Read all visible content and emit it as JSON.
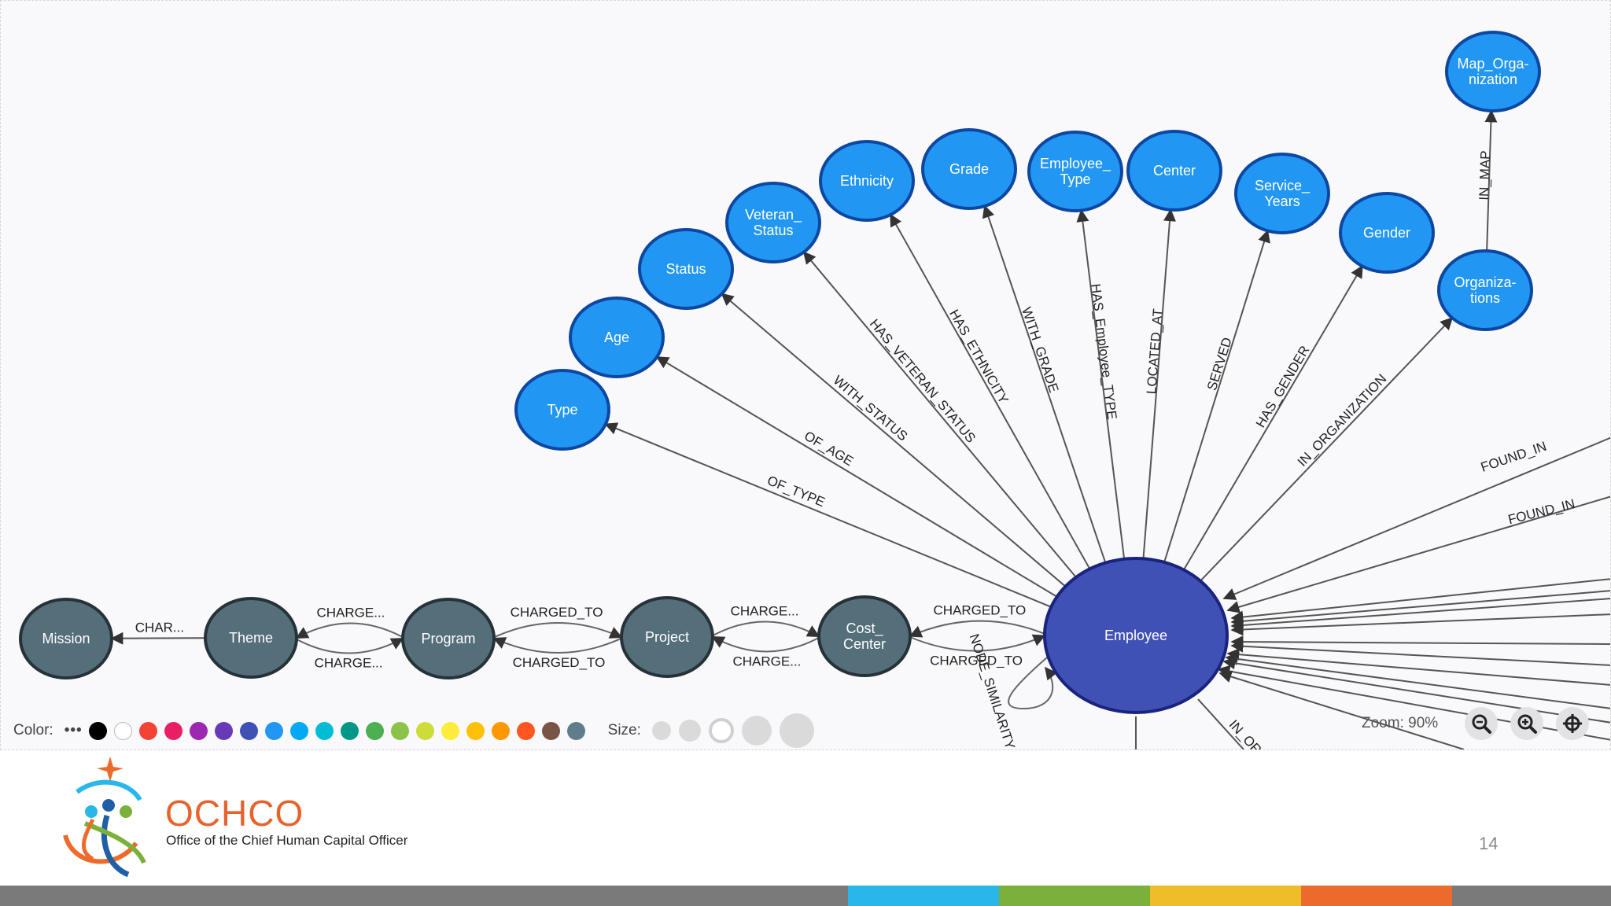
{
  "graph": {
    "nodes": [
      {
        "id": "mission",
        "label": [
          "Mission"
        ],
        "color": "#546e7a",
        "stroke": "#263238"
      },
      {
        "id": "theme",
        "label": [
          "Theme"
        ],
        "color": "#546e7a",
        "stroke": "#263238"
      },
      {
        "id": "program",
        "label": [
          "Program"
        ],
        "color": "#546e7a",
        "stroke": "#263238"
      },
      {
        "id": "project",
        "label": [
          "Project"
        ],
        "color": "#546e7a",
        "stroke": "#263238"
      },
      {
        "id": "cost_center",
        "label": [
          "Cost_",
          "Center"
        ],
        "color": "#546e7a",
        "stroke": "#263238"
      },
      {
        "id": "employee",
        "label": [
          "Employee"
        ],
        "color": "#3f51b5",
        "stroke": "#1a237e"
      },
      {
        "id": "type",
        "label": [
          "Type"
        ],
        "color": "#2196f3",
        "stroke": "#0d47a1"
      },
      {
        "id": "age",
        "label": [
          "Age"
        ],
        "color": "#2196f3",
        "stroke": "#0d47a1"
      },
      {
        "id": "status",
        "label": [
          "Status"
        ],
        "color": "#2196f3",
        "stroke": "#0d47a1"
      },
      {
        "id": "veteran_status",
        "label": [
          "Veteran_",
          "Status"
        ],
        "color": "#2196f3",
        "stroke": "#0d47a1"
      },
      {
        "id": "ethnicity",
        "label": [
          "Ethnicity"
        ],
        "color": "#2196f3",
        "stroke": "#0d47a1"
      },
      {
        "id": "grade",
        "label": [
          "Grade"
        ],
        "color": "#2196f3",
        "stroke": "#0d47a1"
      },
      {
        "id": "employee_type",
        "label": [
          "Employee_",
          "Type"
        ],
        "color": "#2196f3",
        "stroke": "#0d47a1"
      },
      {
        "id": "center",
        "label": [
          "Center"
        ],
        "color": "#2196f3",
        "stroke": "#0d47a1"
      },
      {
        "id": "service_years",
        "label": [
          "Service_",
          "Years"
        ],
        "color": "#2196f3",
        "stroke": "#0d47a1"
      },
      {
        "id": "gender",
        "label": [
          "Gender"
        ],
        "color": "#2196f3",
        "stroke": "#0d47a1"
      },
      {
        "id": "organizations",
        "label": [
          "Organiza-",
          "tions"
        ],
        "color": "#2196f3",
        "stroke": "#0d47a1"
      },
      {
        "id": "map_organization",
        "label": [
          "Map_Orga-",
          "nization"
        ],
        "color": "#2196f3",
        "stroke": "#0d47a1"
      }
    ],
    "edges": [
      {
        "from": "theme",
        "to": "mission",
        "label": "CHAR..."
      },
      {
        "from": "program",
        "to": "theme",
        "label": "CHARGE...",
        "curve": "top"
      },
      {
        "from": "theme",
        "to": "program",
        "label": "CHARGE...",
        "curve": "bottom"
      },
      {
        "from": "program",
        "to": "project",
        "label": "CHARGED_TO",
        "curve": "top"
      },
      {
        "from": "project",
        "to": "program",
        "label": "CHARGED_TO",
        "curve": "bottom"
      },
      {
        "from": "project",
        "to": "cost_center",
        "label": "CHARGE...",
        "curve": "top"
      },
      {
        "from": "cost_center",
        "to": "project",
        "label": "CHARGE...",
        "curve": "bottom"
      },
      {
        "from": "employee",
        "to": "cost_center",
        "label": "CHARGED_TO",
        "curve": "top"
      },
      {
        "from": "cost_center",
        "to": "employee",
        "label": "CHARGED_TO",
        "curve": "bottom"
      },
      {
        "from": "employee",
        "to": "type",
        "label": "OF_TYPE"
      },
      {
        "from": "employee",
        "to": "age",
        "label": "OF_AGE"
      },
      {
        "from": "employee",
        "to": "status",
        "label": "WITH_STATUS"
      },
      {
        "from": "employee",
        "to": "veteran_status",
        "label": "HAS_VETERAN_STATUS"
      },
      {
        "from": "employee",
        "to": "ethnicity",
        "label": "HAS_ETHNICITY"
      },
      {
        "from": "employee",
        "to": "grade",
        "label": "WITH_GRADE"
      },
      {
        "from": "employee",
        "to": "employee_type",
        "label": "HAS_Employee_TYPE"
      },
      {
        "from": "employee",
        "to": "center",
        "label": "LOCATED_AT"
      },
      {
        "from": "employee",
        "to": "service_years",
        "label": "SERVED"
      },
      {
        "from": "employee",
        "to": "gender",
        "label": "HAS_GENDER"
      },
      {
        "from": "employee",
        "to": "organizations",
        "label": "IN_ORGANIZATION"
      },
      {
        "from": "organizations",
        "to": "map_organization",
        "label": "IN_MAP"
      }
    ],
    "self_loop_label": "NODE_SIMILARITY",
    "found_in_labels": [
      "FOUND_IN",
      "FOUND_IN"
    ],
    "partial_label": "IN_OR"
  },
  "legend": {
    "color_label": "Color:",
    "dots": "•••",
    "colors": [
      "#000000",
      "#ffffff",
      "#f44336",
      "#e91e63",
      "#9c27b0",
      "#673ab7",
      "#3f51b5",
      "#2196f3",
      "#03a9f4",
      "#00bcd4",
      "#009688",
      "#4caf50",
      "#8bc34a",
      "#cddc39",
      "#ffeb3b",
      "#ffc107",
      "#ff9800",
      "#ff5722",
      "#795548",
      "#607d8b"
    ],
    "size_label": "Size:"
  },
  "zoom": {
    "text": "Zoom: 90%"
  },
  "footer": {
    "brand": "OCHCO",
    "subtitle": "Office of the Chief Human Capital Officer",
    "page_number": "14",
    "bar_colors": [
      "#7a7a7a",
      "#29b6e8",
      "#7bb13a",
      "#efbc2a",
      "#ec6b2c",
      "#7a7a7a"
    ]
  }
}
